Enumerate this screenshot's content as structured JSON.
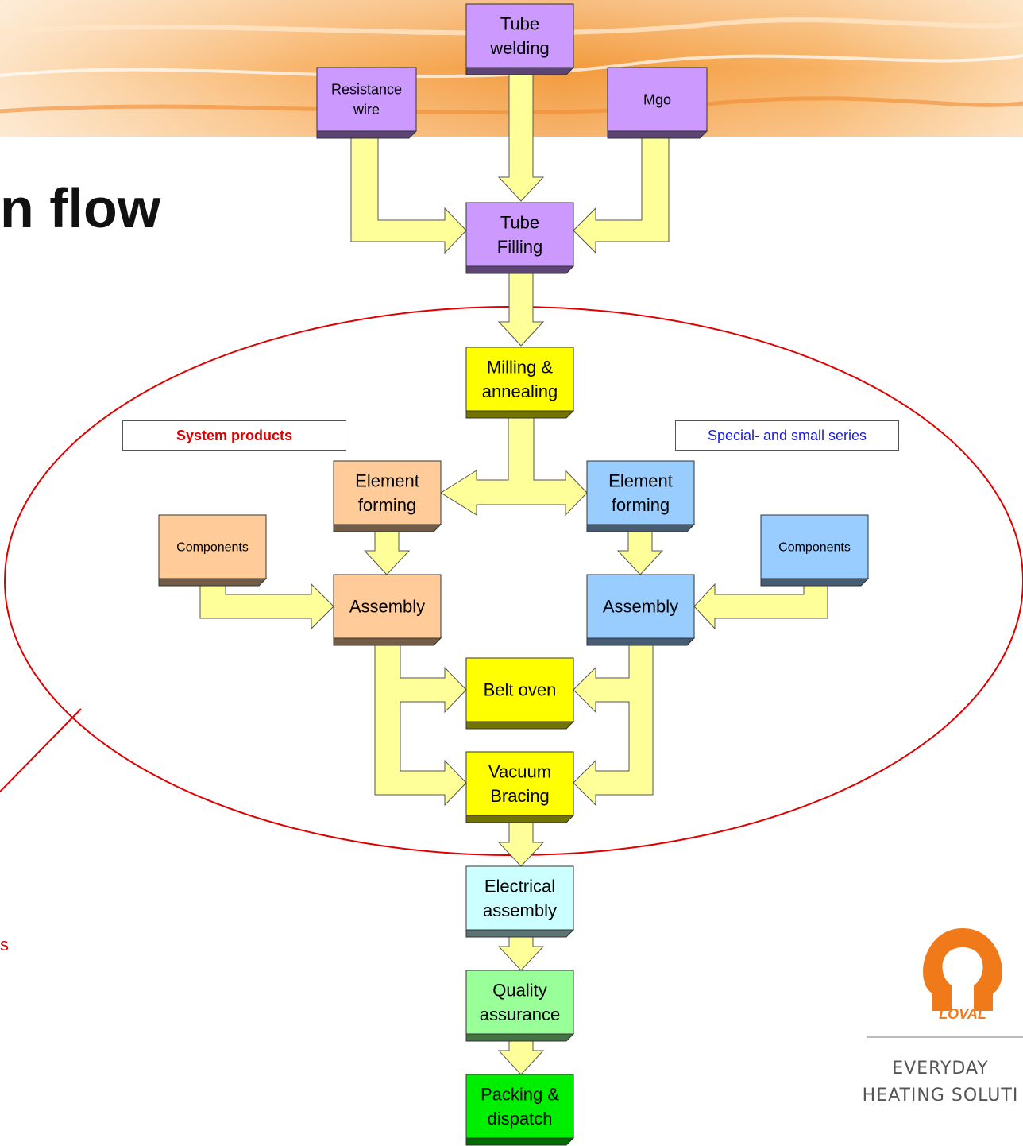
{
  "slide": {
    "title_fragment": "n flow",
    "stray_char": "s"
  },
  "colors": {
    "purple": "#cc99ff",
    "yellow": "#ffff00",
    "orange": "#ffcc99",
    "blue": "#99ccff",
    "cyan": "#ccffff",
    "green_light": "#99ff99",
    "green": "#00ee00",
    "arrow_fill": "#ffff99",
    "ellipse_stroke": "#e00000"
  },
  "labels": {
    "system_products": "System products",
    "special_series": "Special- and small series"
  },
  "nodes": {
    "tube_welding": [
      "Tube",
      "welding"
    ],
    "resistance_wire": [
      "Resistance",
      "wire"
    ],
    "mgo": [
      "Mgo"
    ],
    "tube_filling": [
      "Tube",
      "Filling"
    ],
    "milling": [
      "Milling &",
      "annealing"
    ],
    "element_forming_left": [
      "Element",
      "forming"
    ],
    "element_forming_right": [
      "Element",
      "forming"
    ],
    "components_left": [
      "Components"
    ],
    "components_right": [
      "Components"
    ],
    "assembly_left": [
      "Assembly"
    ],
    "assembly_right": [
      "Assembly"
    ],
    "belt_oven": [
      "Belt oven"
    ],
    "vacuum_bracing": [
      "Vacuum",
      "Bracing"
    ],
    "electrical_assembly": [
      "Electrical",
      "assembly"
    ],
    "quality_assurance": [
      "Quality",
      "assurance"
    ],
    "packing": [
      "Packing &",
      "dispatch"
    ]
  },
  "brand": {
    "logo_text": "LOVAL",
    "tagline_1": "EVERYDAY",
    "tagline_2": "HEATING SOLUTI"
  }
}
